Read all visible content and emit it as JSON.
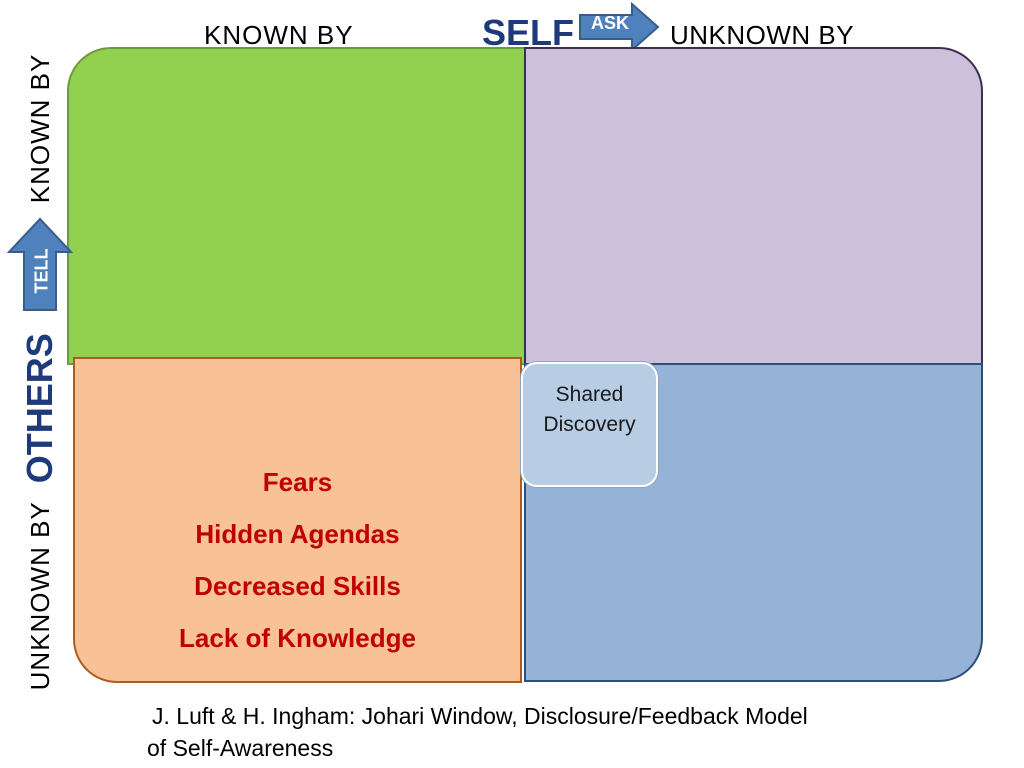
{
  "header": {
    "known_by": "KNOWN  BY",
    "self": "SELF",
    "ask": "ASK",
    "unknown_by": "UNKNOWN BY"
  },
  "side": {
    "unknown_by": "UNKNOWN  BY",
    "others": "OTHERS",
    "tell": "TELL",
    "known_by": "KNOWN BY"
  },
  "quadrants": {
    "open_color": "#92d050",
    "blind_color": "#ccc0da",
    "hidden_color": "#f8c196",
    "unknown_color": "#95b3d7",
    "hidden_items": [
      "Fears",
      "Hidden Agendas",
      "Decreased Skills",
      "Lack of Knowledge"
    ]
  },
  "shared": {
    "line1": "Shared",
    "line2": "Discovery"
  },
  "citation": {
    "line1": "J. Luft & H. Ingham: Johari Window, Disclosure/Feedback Model",
    "line2": "of Self-Awareness"
  },
  "colors": {
    "accent_blue": "#1f3a7a",
    "arrow_blue": "#4f81bd",
    "hidden_text": "#c00000"
  }
}
